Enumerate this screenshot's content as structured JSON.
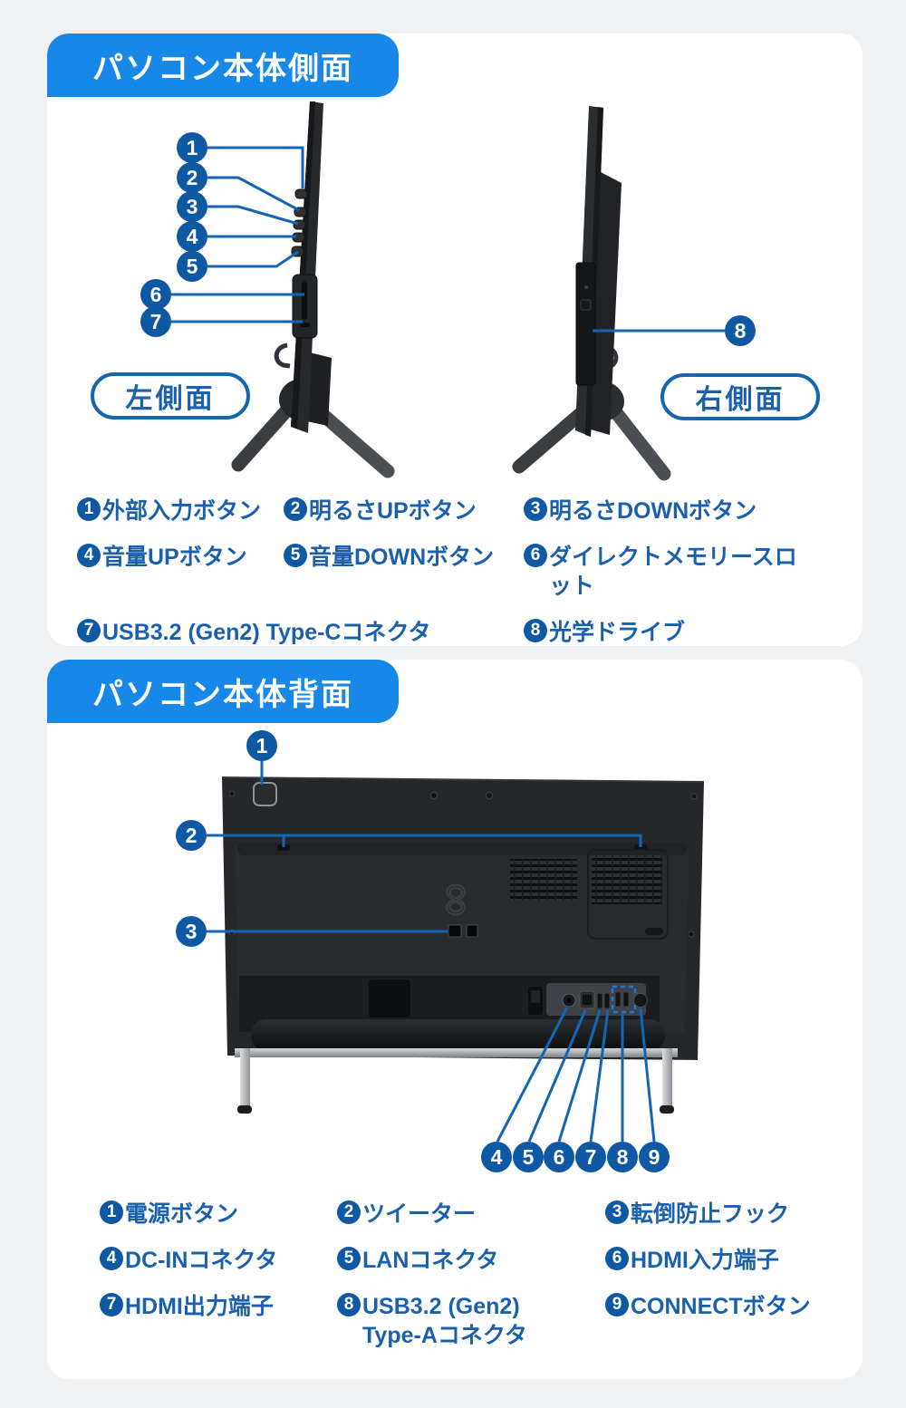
{
  "colors": {
    "header_blue": "#1787e8",
    "accent_line": "#1465b4",
    "callout_circle": "#0f58a4",
    "text_blue": "#1a60ac",
    "card_bg": "#ffffff",
    "page_bg": "#f0f1f3"
  },
  "section_side": {
    "title": "パソコン本体側面",
    "left_label": "左側面",
    "right_label": "右側面",
    "legend": [
      {
        "n": "1",
        "label": "外部入力ボタン"
      },
      {
        "n": "2",
        "label": "明るさUPボタン"
      },
      {
        "n": "3",
        "label": "明るさDOWNボタン"
      },
      {
        "n": "4",
        "label": "音量UPボタン"
      },
      {
        "n": "5",
        "label": "音量DOWNボタン"
      },
      {
        "n": "6",
        "label": "ダイレクトメモリースロット"
      },
      {
        "n": "7",
        "label": "USB3.2 (Gen2) Type-Cコネクタ"
      },
      {
        "n": "8",
        "label": "光学ドライブ"
      }
    ]
  },
  "section_back": {
    "title": "パソコン本体背面",
    "legend": [
      {
        "n": "1",
        "label": "電源ボタン"
      },
      {
        "n": "2",
        "label": "ツイーター"
      },
      {
        "n": "3",
        "label": "転倒防止フック"
      },
      {
        "n": "4",
        "label": "DC-INコネクタ"
      },
      {
        "n": "5",
        "label": "LANコネクタ"
      },
      {
        "n": "6",
        "label": "HDMI入力端子"
      },
      {
        "n": "7",
        "label": "HDMI出力端子"
      },
      {
        "n": "8",
        "label": "USB3.2 (Gen2)\nType-Aコネクタ"
      },
      {
        "n": "9",
        "label": "CONNECTボタン"
      }
    ]
  }
}
